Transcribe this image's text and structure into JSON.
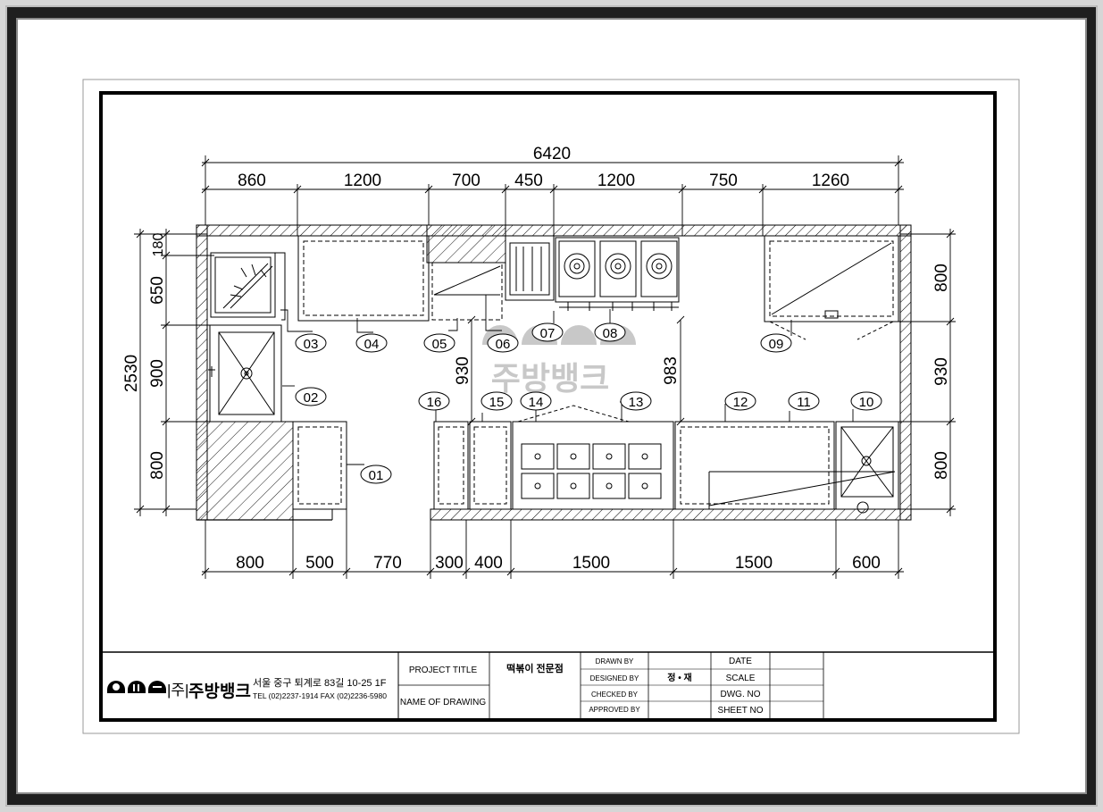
{
  "plan": {
    "overall_width": "6420",
    "overall_depth": "2530",
    "top_dims": [
      "860",
      "1200",
      "700",
      "450",
      "1200",
      "750",
      "1260"
    ],
    "bottom_dims": [
      "800",
      "500",
      "770",
      "300",
      "400",
      "1500",
      "1500",
      "600"
    ],
    "left_dims": [
      "180",
      "650",
      "900",
      "800"
    ],
    "right_dims": [
      "800",
      "930",
      "800"
    ],
    "aisle_dims": [
      "930",
      "983"
    ],
    "tags": [
      "01",
      "02",
      "03",
      "04",
      "05",
      "06",
      "07",
      "08",
      "09",
      "10",
      "11",
      "12",
      "13",
      "14",
      "15",
      "16"
    ]
  },
  "watermark": {
    "text": "주방뱅크"
  },
  "title_block": {
    "company_prefix": "|주|",
    "company_name": "주방뱅크",
    "address": "서울 중구 퇴계로 83길 10-25 1F",
    "contact": "TEL (02)2237-1914 FAX (02)2236-5980",
    "project_title_label": "PROJECT TITLE",
    "project_title": "떡볶이 전문점",
    "name_of_drawing_label": "NAME OF DRAWING",
    "drawn_by_label": "DRAWN BY",
    "designed_by_label": "DESIGNED BY",
    "designed_by": "정 • 재",
    "checked_by_label": "CHECKED BY",
    "approved_by_label": "APPROVED BY",
    "date_label": "DATE",
    "scale_label": "SCALE",
    "dwg_no_label": "DWG. NO",
    "sheet_no_label": "SHEET NO"
  },
  "colors": {
    "line": "#000000",
    "frame": "#1f1f1f",
    "watermark": "#c8c8c8"
  }
}
